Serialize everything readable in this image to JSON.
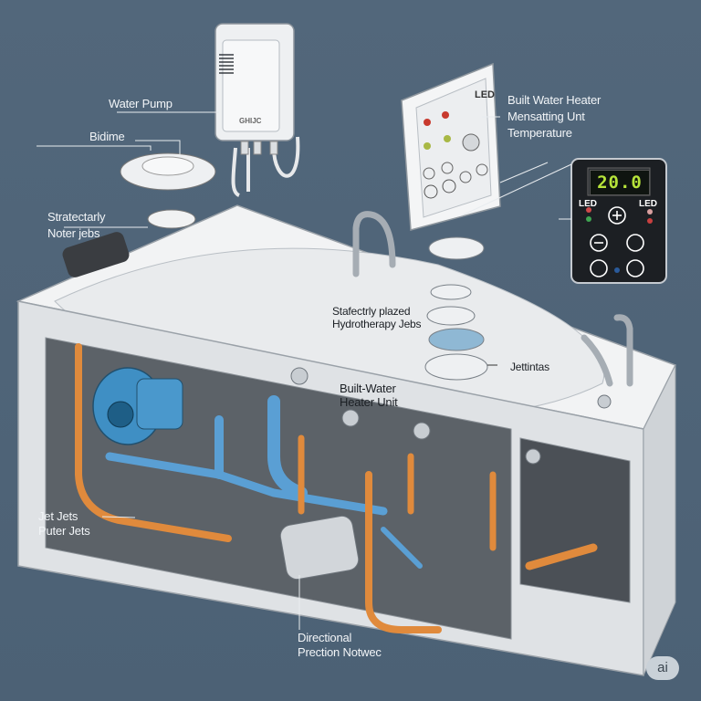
{
  "diagram": {
    "subject": "Hydrotherapy jetted bathtub cutaway",
    "background_color": "#4f6478",
    "labels": {
      "water_pump": "Water Pump",
      "bidime": "Bidime",
      "strat_1": "Stratectarly",
      "strat_2": "Noter jebs",
      "heater_1": "Built Water Heater",
      "heater_2": "Mensatting Unt",
      "heater_3": "Temperature",
      "placed_1": "Stafectrly plazed",
      "placed_2": "Hydrotherapy Jebs",
      "built_1": "Built-Water",
      "built_2": "Heater Unit",
      "jetuntas": "Jettintas",
      "jet_1": "Jet Jets",
      "jet_2": "Puter Jets",
      "dir_1": "Directional",
      "dir_2": "Prection Notwec"
    },
    "control_panel": {
      "display_value": "20.0",
      "led_left": "LED",
      "led_right": "LED",
      "display_color": "#b6e33a"
    },
    "wall_panel": {
      "tag": "LED"
    },
    "pump_box": {
      "brand": "GHIJC"
    },
    "colors": {
      "pipe_orange": "#e08a3c",
      "pipe_blue": "#5a9fd4",
      "motor_blue": "#3f8fc4",
      "tub_white": "#f1f2f3",
      "cabinet_gray": "#dfe2e5"
    },
    "badge": "ai"
  }
}
